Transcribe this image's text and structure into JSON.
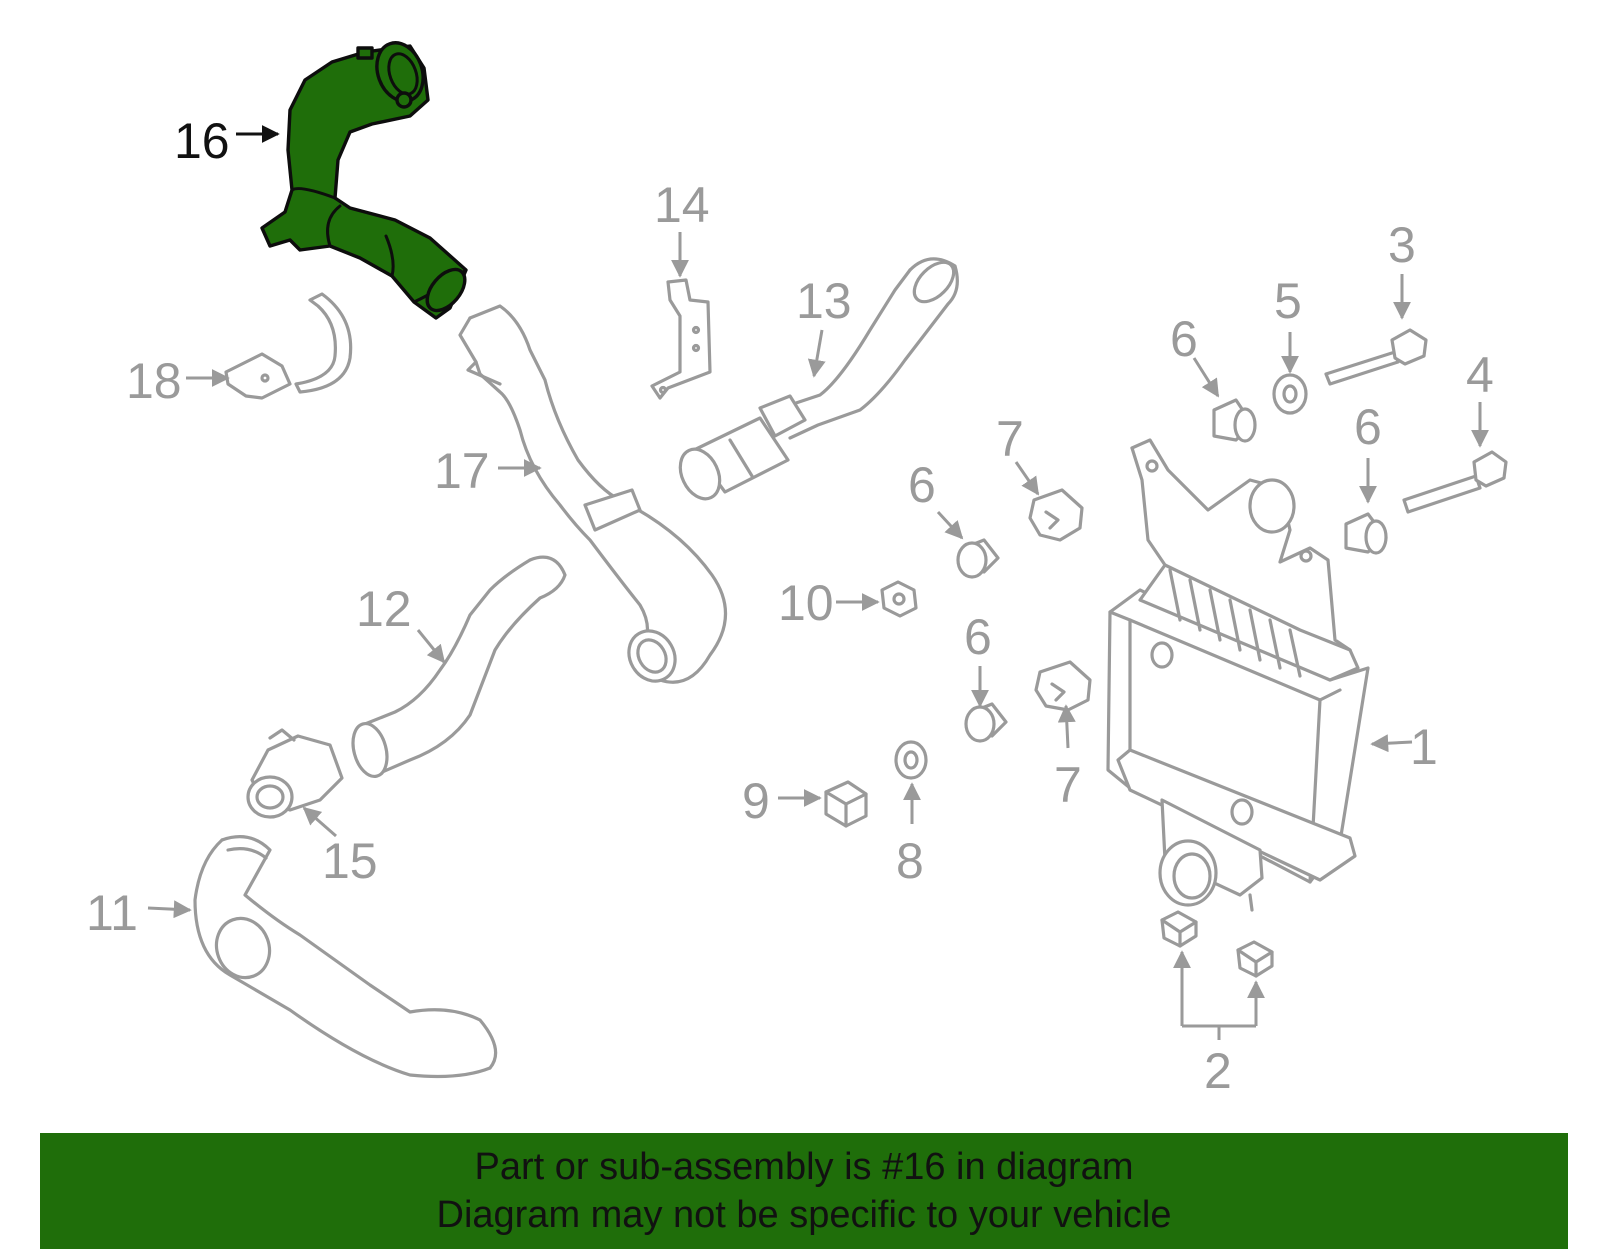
{
  "diagram": {
    "highlight_color": "#1f6e0a",
    "line_color": "#9a9a9a",
    "highlighted_part": "16",
    "callouts": {
      "c1": "1",
      "c2": "2",
      "c3": "3",
      "c4": "4",
      "c5": "5",
      "c6a": "6",
      "c6b": "6",
      "c6c": "6",
      "c6d": "6",
      "c7a": "7",
      "c7b": "7",
      "c8": "8",
      "c9": "9",
      "c10": "10",
      "c11": "11",
      "c12": "12",
      "c13": "13",
      "c14": "14",
      "c15": "15",
      "c16": "16",
      "c17": "17",
      "c18": "18"
    }
  },
  "banner": {
    "line1": "Part or sub-assembly is #16 in diagram",
    "line2": "Diagram may not be specific to your vehicle"
  }
}
